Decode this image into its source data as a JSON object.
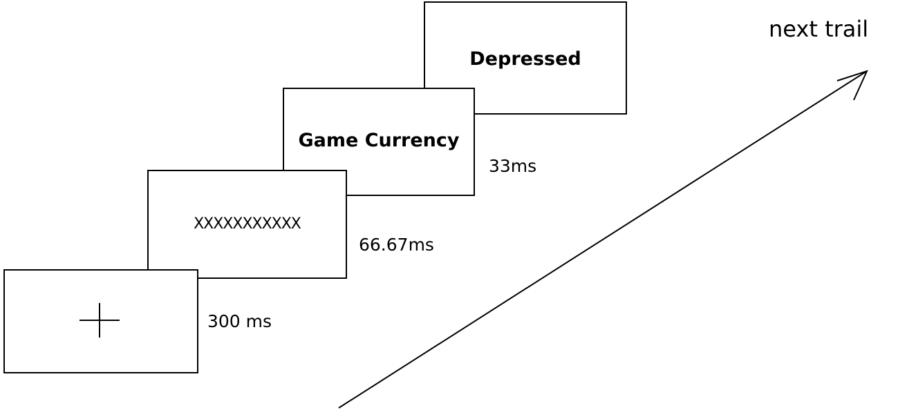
{
  "frames": {
    "fixation": {
      "symbol": "+",
      "duration": "300 ms"
    },
    "mask": {
      "text": "XXXXXXXXXXX",
      "duration": "66.67ms"
    },
    "prime": {
      "text": "Game Currency",
      "duration": "33ms"
    },
    "target": {
      "text": "Depressed"
    }
  },
  "next_label": "next trail"
}
